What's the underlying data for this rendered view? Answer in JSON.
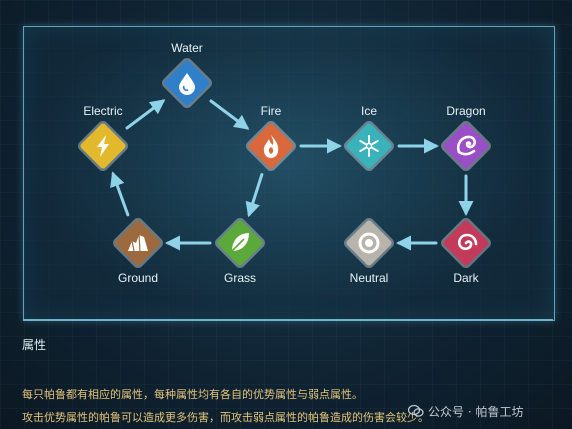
{
  "diagram": {
    "nodes": [
      {
        "id": "water",
        "label": "Water",
        "icon": "water-drop-icon",
        "color": "#2f7fc9"
      },
      {
        "id": "fire",
        "label": "Fire",
        "icon": "flame-icon",
        "color": "#d9683c"
      },
      {
        "id": "ice",
        "label": "Ice",
        "icon": "snowflake-icon",
        "color": "#3ab2b9"
      },
      {
        "id": "dragon",
        "label": "Dragon",
        "icon": "dragon-icon",
        "color": "#9a4fc7"
      },
      {
        "id": "electric",
        "label": "Electric",
        "icon": "lightning-icon",
        "color": "#e2b92c"
      },
      {
        "id": "grass",
        "label": "Grass",
        "icon": "leaf-icon",
        "color": "#5ba93b"
      },
      {
        "id": "ground",
        "label": "Ground",
        "icon": "rock-icon",
        "color": "#9c6a3e"
      },
      {
        "id": "neutral",
        "label": "Neutral",
        "icon": "ring-icon",
        "color": "#b8b4ac"
      },
      {
        "id": "dark",
        "label": "Dark",
        "icon": "swirl-icon",
        "color": "#c33a5a"
      }
    ],
    "edges": [
      {
        "from": "water",
        "to": "fire"
      },
      {
        "from": "fire",
        "to": "ice"
      },
      {
        "from": "ice",
        "to": "dragon"
      },
      {
        "from": "dragon",
        "to": "dark"
      },
      {
        "from": "dark",
        "to": "neutral"
      },
      {
        "from": "fire",
        "to": "grass"
      },
      {
        "from": "grass",
        "to": "ground"
      },
      {
        "from": "ground",
        "to": "electric"
      },
      {
        "from": "electric",
        "to": "water"
      }
    ],
    "arrow_color": "#8fd3e8"
  },
  "section": {
    "title": "属性"
  },
  "description": {
    "line1": "每只帕鲁都有相应的属性，每种属性均有各自的优势属性与弱点属性。",
    "line2": "攻击优势属性的帕鲁可以造成更多伤害，而攻击弱点属性的帕鲁造成的伤害会较少。"
  },
  "watermark": {
    "text": "公众号 · 帕鲁工坊"
  }
}
